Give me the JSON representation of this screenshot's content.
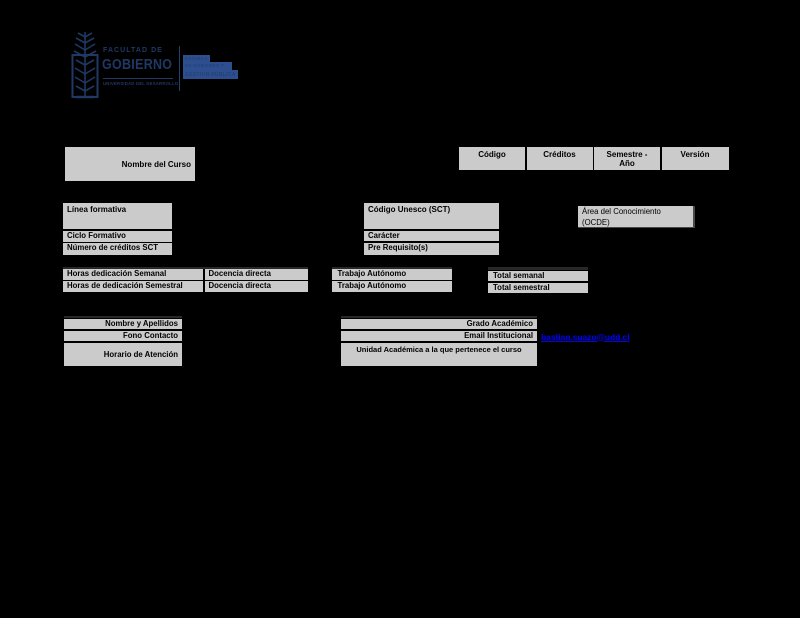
{
  "page": {
    "background_color": "#000000",
    "box_fill_color": "#cbcbcb",
    "label_text_color": "#000000"
  },
  "logo": {
    "brand_color": "#1f3864",
    "highlight_color": "#2e4f8e",
    "emblem": "araucaria-shield-emblem",
    "faculty_line1": "FACULTAD DE",
    "faculty_line2": "GOBIERNO",
    "faculty_line3": "UNIVERSIDAD DEL DESARROLLO",
    "right_lines": [
      "ESCUELA",
      "DE GOBIERNO Y",
      "GESTIÓN PÚBLICA"
    ]
  },
  "course_header": {
    "name_label": "Nombre del Curso",
    "columns": [
      "Código",
      "Créditos",
      "Semestre -\nAño",
      "Versión"
    ]
  },
  "info": {
    "linea_formativa": "Línea formativa",
    "ciclo_formativo": "Ciclo Formativo",
    "creditos_sct": "Número de créditos SCT",
    "codigo_unesco": "Código Unesco (SCT)",
    "caracter": "Carácter",
    "pre_requisitos": "Pre Requisito(s)",
    "area_conocimiento": "Área del Conocimiento\n(OCDE)"
  },
  "hours": {
    "semanal_label": "Horas dedicación Semanal",
    "semestral_label": "Horas de dedicación Semestral",
    "docencia_directa": "Docencia directa",
    "trabajo_autonomo": "Trabajo Autónomo",
    "total_semanal": "Total semanal",
    "total_semestral": "Total semestral"
  },
  "teacher": {
    "nombre_apellidos": "Nombre y Apellidos",
    "fono_contacto": "Fono Contacto",
    "horario_atencion": "Horario de Atención",
    "grado_academico": "Grado Académico",
    "email_institucional": "Email Institucional",
    "unidad_academica": "Unidad Académica a la que pertenece el curso",
    "email_link": "bastian.suazo@udd.cl",
    "email_link_color": "#0100fe"
  }
}
